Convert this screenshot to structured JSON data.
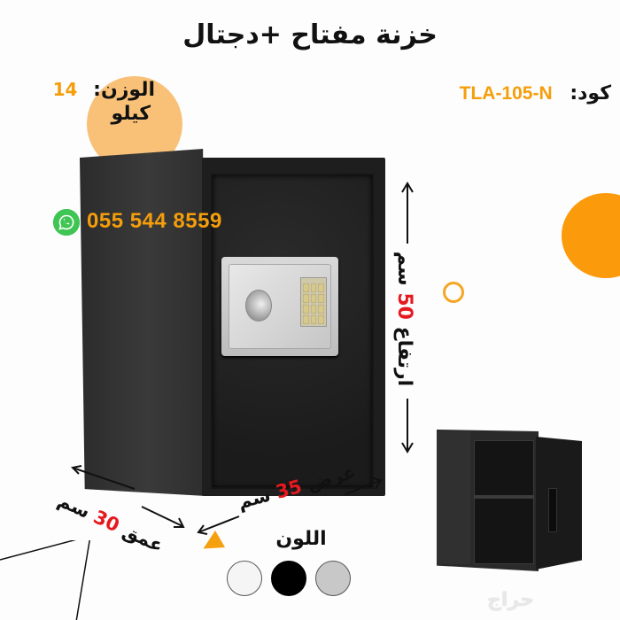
{
  "product": {
    "title": "خزنة مفتاح +دجتال",
    "weight": {
      "label": "الوزن:",
      "value": "14",
      "unit": "كيلو"
    },
    "code": {
      "label": "كود:",
      "value": "TLA-105-N"
    },
    "contact": {
      "icon": "whatsapp-icon",
      "phone": "055 544 8559"
    },
    "dimensions": {
      "height": {
        "label": "ارتفاع",
        "value": "50",
        "unit": "سم"
      },
      "width": {
        "label": "عرض",
        "value": "35",
        "unit": "سم"
      },
      "depth": {
        "label": "عمق",
        "value": "30",
        "unit": "سم"
      }
    },
    "colors": {
      "title": "اللون",
      "options": [
        {
          "name": "white",
          "hex": "#f5f5f5"
        },
        {
          "name": "black",
          "hex": "#000000"
        },
        {
          "name": "gray",
          "hex": "#c8c8c8"
        }
      ]
    }
  },
  "theme": {
    "accent": "#f59e0b",
    "accent_orange": "#fb9a0b",
    "peach": "#f8b660",
    "highlight_red": "#e5191e",
    "whatsapp_green": "#3fc553"
  },
  "watermark": "حراج"
}
